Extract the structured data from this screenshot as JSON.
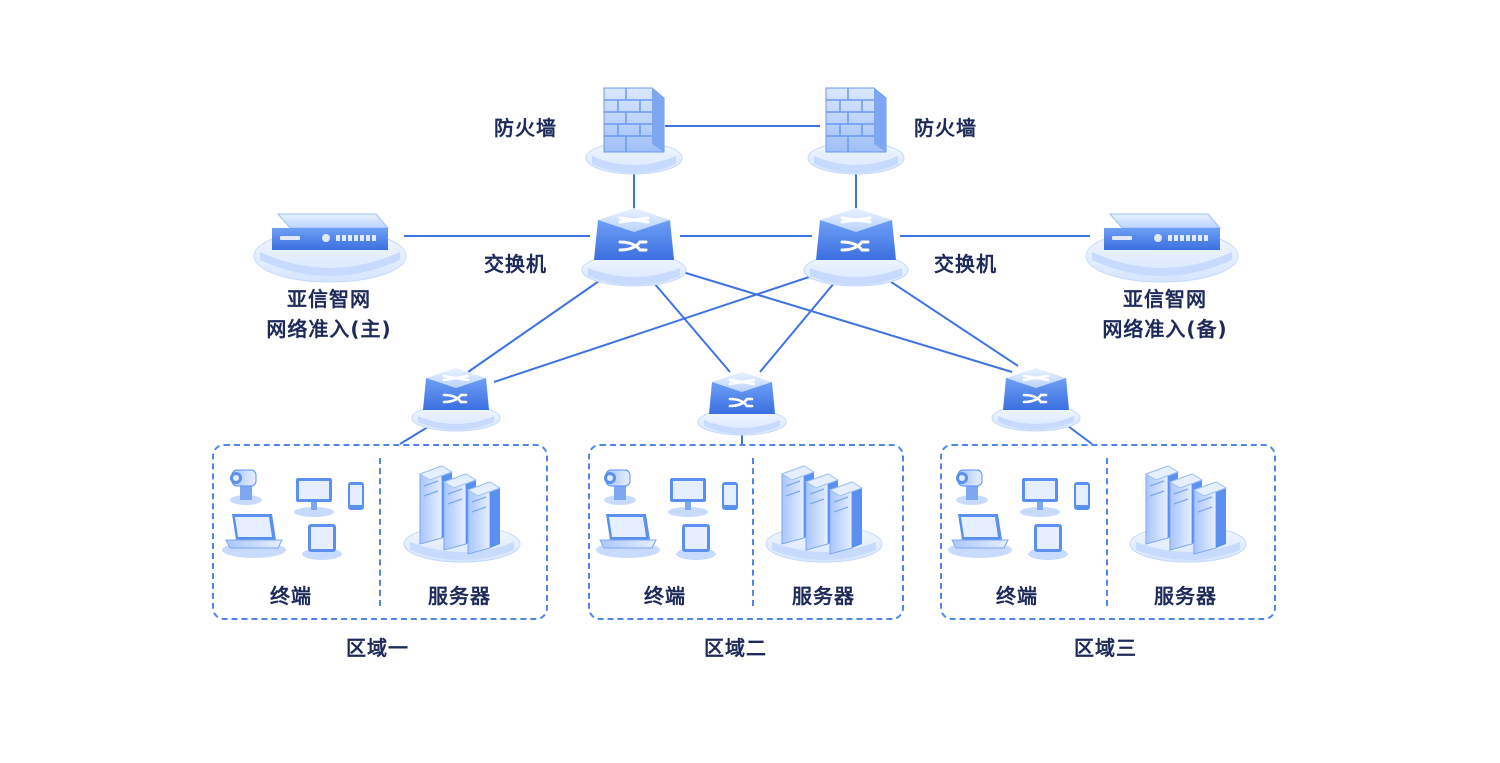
{
  "labels": {
    "firewall_left": "防火墙",
    "firewall_right": "防火墙",
    "switch_left": "交换机",
    "switch_right": "交换机",
    "nac_primary_line1": "亚信智网",
    "nac_primary_line2": "网络准入(主)",
    "nac_backup_line1": "亚信智网",
    "nac_backup_line2": "网络准入(备)"
  },
  "zones": [
    {
      "name": "区域一",
      "terminal": "终端",
      "server": "服务器"
    },
    {
      "name": "区域二",
      "terminal": "终端",
      "server": "服务器"
    },
    {
      "name": "区域三",
      "terminal": "终端",
      "server": "服务器"
    }
  ],
  "icons": {
    "firewall": "firewall-icon",
    "core_switch": "core-switch-icon",
    "access_switch": "access-switch-icon",
    "nac_appliance": "nac-appliance-icon",
    "camera": "camera-icon",
    "monitor": "monitor-icon",
    "phone": "phone-icon",
    "laptop": "laptop-icon",
    "tablet": "tablet-icon",
    "server_rack": "server-rack-icon"
  },
  "colors": {
    "line": "#3f73e0",
    "text": "#1e2a5a",
    "device_top": "#bcd6ff",
    "device_side": "#5b8ff0",
    "dashed_border": "#4f86e8"
  }
}
